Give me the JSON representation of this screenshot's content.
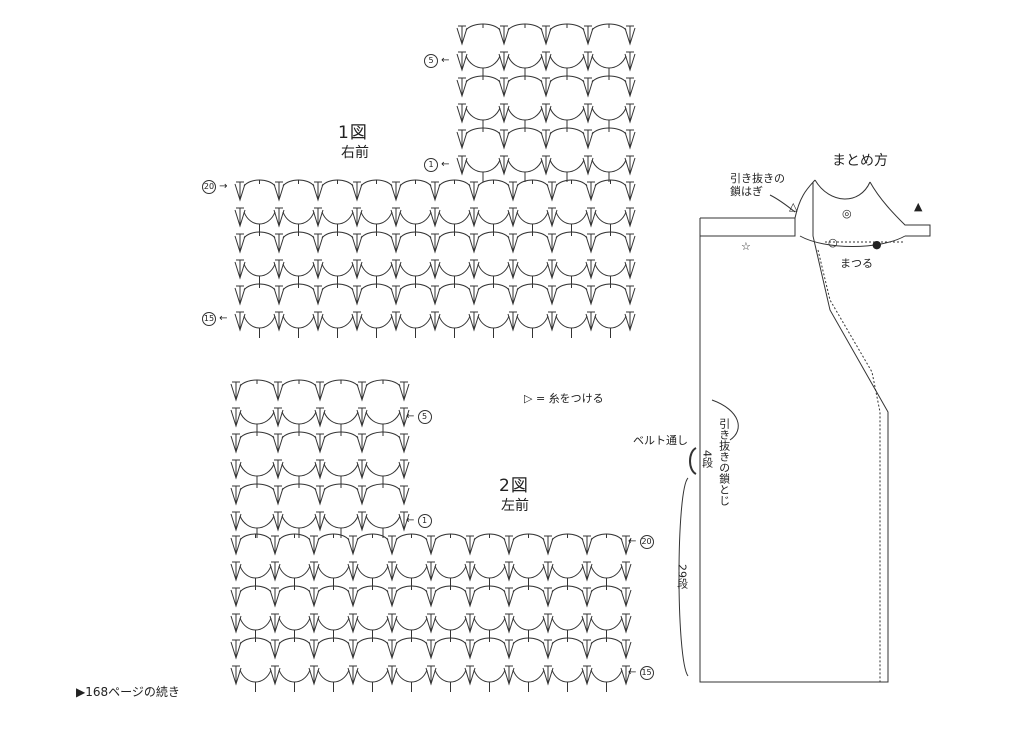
{
  "figure1": {
    "number": "1図",
    "name": "右前"
  },
  "figure2": {
    "number": "2図",
    "name": "左前"
  },
  "row_markers": {
    "r1": "1",
    "r5": "5",
    "r15": "15",
    "r20": "20"
  },
  "legend": {
    "symbol": "▷",
    "text": "= 糸をつける"
  },
  "assembly": {
    "title": "まとめ方",
    "seam_label": "引き抜きの\n鎖はぎ",
    "whip_label": "まつる",
    "belt_loop": "ベルト通し",
    "slip_chain_close": "引き抜きの鎖とじ",
    "rows_4": "4段",
    "rows_29": "29段",
    "marks": [
      "△",
      "◎",
      "▲",
      "☆",
      "○",
      "●"
    ]
  },
  "footer": {
    "continued": "▶168ページの続き"
  }
}
